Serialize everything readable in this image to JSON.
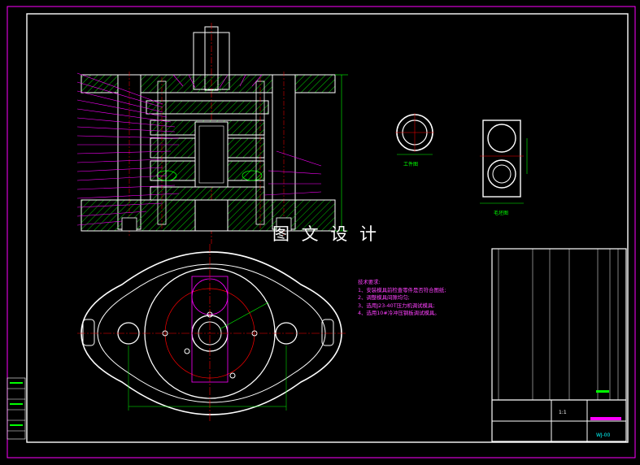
{
  "watermark": "图 文 设 计",
  "views": {
    "workpiece_label": "工件图",
    "blank_label": "毛坯图"
  },
  "tech_notes": {
    "title": "技术要求:",
    "items": [
      "1、安装模具前检查零件是否符合图纸;",
      "2、调整模具间隙均匀;",
      "3、选用J23-40T压力机调试模具;",
      "4、选用10#冷冲压钢板调试模具。"
    ]
  },
  "title_block": {
    "drawing_number": "WJ-00",
    "scale": "1:1"
  },
  "colors": {
    "background": "#000000",
    "frame": "#ff00ff",
    "outline": "#ffffff",
    "hatch": "#00ff00",
    "centerline": "#ff0000",
    "leader": "#ff00ff",
    "notes": "#ff40ff",
    "dimension": "#00ff00"
  }
}
